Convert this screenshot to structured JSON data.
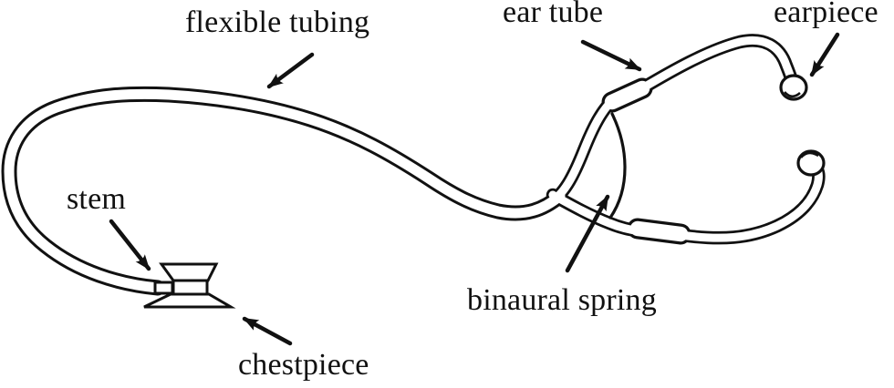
{
  "figure": {
    "type": "labeled-line-diagram",
    "subject": "stethoscope anatomy",
    "background_color": "#ffffff",
    "ink_color": "#111111"
  },
  "labels": [
    {
      "id": "flexible-tubing",
      "text": "flexible tubing"
    },
    {
      "id": "ear-tube",
      "text": "ear tube"
    },
    {
      "id": "earpiece",
      "text": "earpiece"
    },
    {
      "id": "stem",
      "text": "stem"
    },
    {
      "id": "chestpiece",
      "text": "chestpiece"
    },
    {
      "id": "binaural-spring",
      "text": "binaural spring"
    }
  ]
}
